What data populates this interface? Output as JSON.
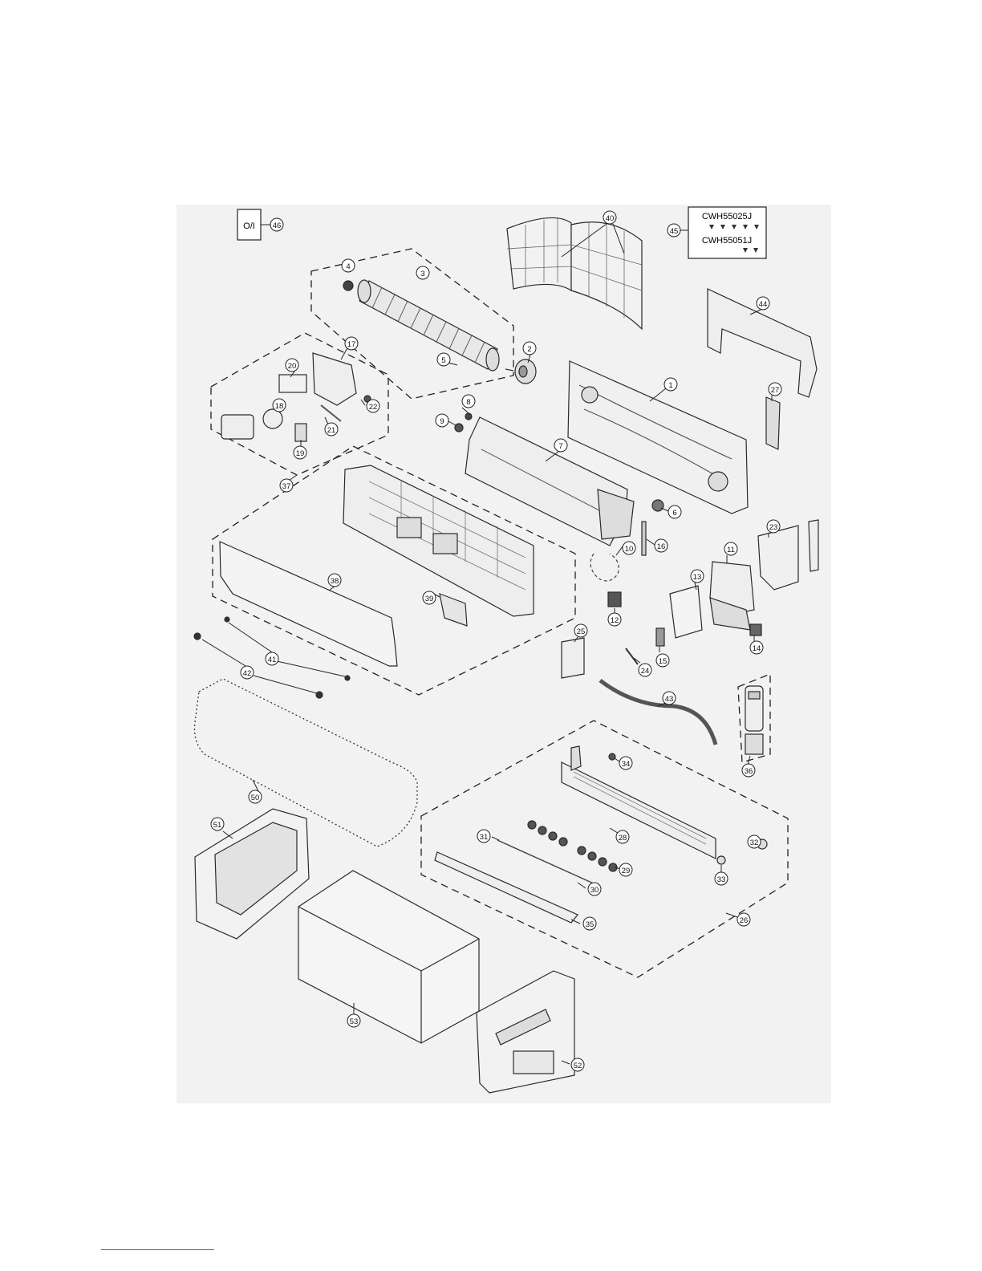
{
  "diagram": {
    "parts": [
      "1",
      "2",
      "3",
      "4",
      "5",
      "6",
      "7",
      "8",
      "9",
      "10",
      "11",
      "12",
      "13",
      "14",
      "15",
      "16",
      "17",
      "18",
      "19",
      "20",
      "21",
      "22",
      "23",
      "24",
      "25",
      "26",
      "27",
      "28",
      "29",
      "30",
      "31",
      "32",
      "33",
      "34",
      "35",
      "36",
      "37",
      "38",
      "39",
      "40",
      "41",
      "42",
      "43",
      "44",
      "45",
      "46",
      "50",
      "51",
      "52",
      "53"
    ],
    "oi_box": "O/I",
    "screw_box": {
      "code_1": "CWH55025J",
      "code_2": "CWH55051J"
    }
  }
}
